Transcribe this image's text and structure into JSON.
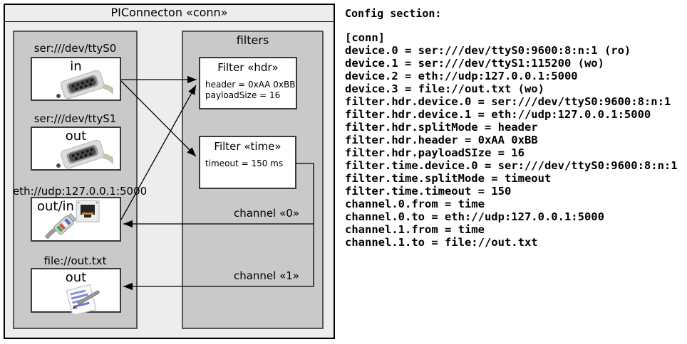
{
  "diagram": {
    "title": "PIConnecton «conn»",
    "filters_panel_title": "filters",
    "devices": [
      {
        "label": "ser:///dev/ttyS0",
        "direction": "in",
        "icon": "serial-connector-icon"
      },
      {
        "label": "ser:///dev/ttyS1",
        "direction": "out",
        "icon": "serial-connector-icon"
      },
      {
        "label": "eth://udp:127.0.0.1:5000",
        "direction": "out/in",
        "icon": "ethernet-connector-icon"
      },
      {
        "label": "file://out.txt",
        "direction": "out",
        "icon": "notepad-icon"
      }
    ],
    "filters": [
      {
        "title": "Filter «hdr»",
        "props": [
          "header = 0xAA 0xBB",
          "payloadSize = 16"
        ]
      },
      {
        "title": "Filter «time»",
        "props": [
          "timeout = 150 ms"
        ]
      }
    ],
    "channels": [
      {
        "label": "channel «0»"
      },
      {
        "label": "channel «1»"
      }
    ]
  },
  "config": {
    "heading": "Config section:",
    "lines": [
      "[conn]",
      "device.0 = ser:///dev/ttyS0:9600:8:n:1 (ro)",
      "device.1 = ser:///dev/ttyS1:115200 (wo)",
      "device.2 = eth://udp:127.0.0.1:5000",
      "device.3 = file://out.txt (wo)",
      "filter.hdr.device.0 = ser:///dev/ttyS0:9600:8:n:1",
      "filter.hdr.device.1 = eth://udp:127.0.0.1:5000",
      "filter.hdr.splitMode = header",
      "filter.hdr.header = 0xAA 0xBB",
      "filter.hdr.payloadSIze = 16",
      "filter.time.device.0 = ser:///dev/ttyS0:9600:8:n:1",
      "filter.time.splitMode = timeout",
      "filter.time.timeout = 150",
      "channel.0.from = time",
      "channel.0.to = eth://udp:127.0.0.1:5000",
      "channel.1.from = time",
      "channel.1.to = file://out.txt"
    ]
  },
  "colors": {
    "outer_background": "#ededed",
    "panel_background": "#c9c9c9",
    "box_background": "#ffffff",
    "line": "#000000"
  }
}
